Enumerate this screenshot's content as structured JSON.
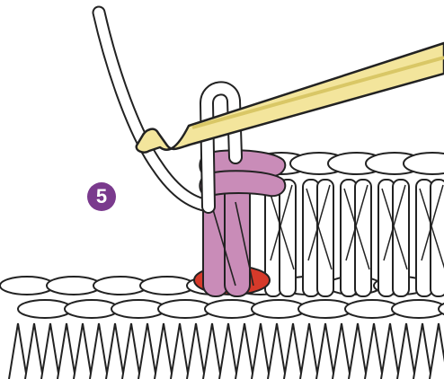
{
  "illustration": {
    "step_number": "5",
    "colors": {
      "badge": "#7a3a8d",
      "hook": "#f3e59c",
      "hook_shadow": "#d9c766",
      "yarn_outline": "#222222",
      "yarn_fill": "#ffffff",
      "working_loops": "#c98cb8",
      "stitch_marker": "#d63a2a"
    },
    "icons": [
      "crochet-hook-icon",
      "yarn-strand",
      "loops-on-hook",
      "marked-stitch",
      "stitch-rows"
    ]
  }
}
